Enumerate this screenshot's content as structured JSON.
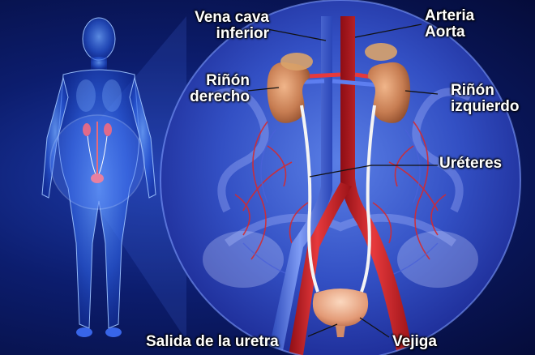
{
  "labels": {
    "vena_cava": {
      "line1": "Vena cava",
      "line2": "inferior"
    },
    "arteria_aorta": {
      "line1": "Arteria",
      "line2": "Aorta"
    },
    "rinon_derecho": {
      "line1": "Riñón",
      "line2": "derecho"
    },
    "rinon_izquierdo": {
      "line1": "Riñón",
      "line2": "izquierdo"
    },
    "ureteres": "Uréteres",
    "salida_uretra": "Salida de la uretra",
    "vejiga": "Vejiga"
  },
  "colors": {
    "background_dark": "#050c3a",
    "background_mid": "#1d3aa8",
    "body_glow": "#3d7bff",
    "artery_red": "#d4232a",
    "vein_blue": "#4a6fe0",
    "kidney": "#c9845a",
    "bladder": "#e8a886",
    "ureter": "#f2f2f2",
    "label_text": "#ffffff"
  }
}
